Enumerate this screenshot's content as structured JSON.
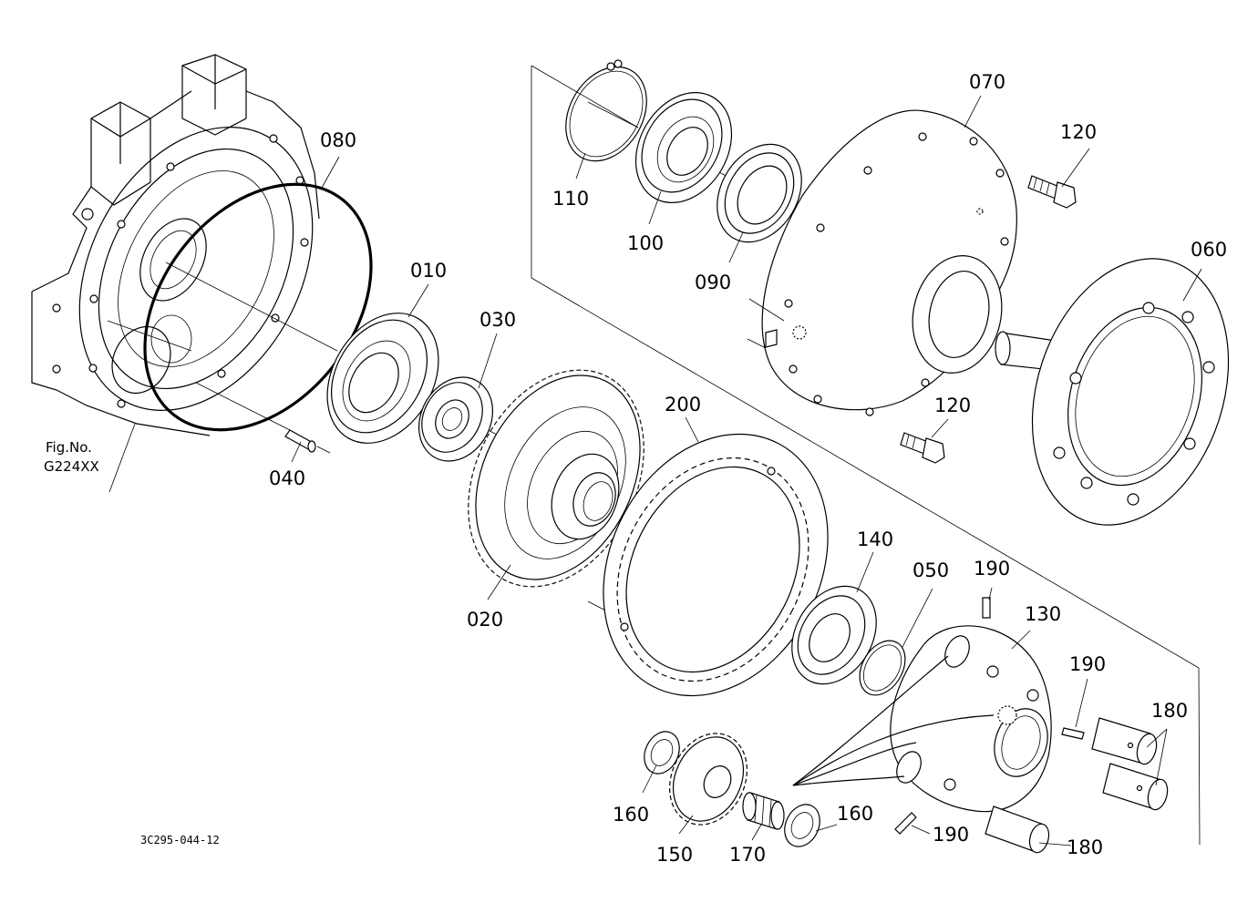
{
  "figure": {
    "fig_no_label": "Fig.No.",
    "fig_no_value": "G224XX",
    "drawing_code": "3C295-044-12"
  },
  "callouts": {
    "p010": "010",
    "p020": "020",
    "p030": "030",
    "p040": "040",
    "p050": "050",
    "p060": "060",
    "p070": "070",
    "p080": "080",
    "p090": "090",
    "p100": "100",
    "p110": "110",
    "p120a": "120",
    "p120b": "120",
    "p130": "130",
    "p140": "140",
    "p150": "150",
    "p160a": "160",
    "p160b": "160",
    "p170": "170",
    "p180a": "180",
    "p180b": "180",
    "p190a": "190",
    "p190b": "190",
    "p190c": "190",
    "p200": "200"
  },
  "colors": {
    "ink": "#000000",
    "paper": "#ffffff"
  }
}
